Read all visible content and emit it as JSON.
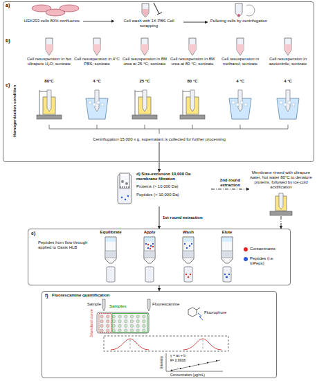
{
  "diagram": {
    "nodes": [
      {
        "text": [
          "a)",
          "b)",
          "c)"
        ]
      },
      {
        "text": [
          "HEK293 cells 80% confluence"
        ],
        "in": 0
      },
      {
        "text": [
          "Cell wash with 1X PBS Cell scrapping"
        ],
        "in": 0
      },
      {
        "text": [
          "Pelleting cells by centrifugation"
        ],
        "in": 0
      },
      {
        "text": [
          "Cell resuspension in hot ultrapure H₂O; sonicate",
          "80°C"
        ],
        "in": 0
      },
      {
        "text": [
          "Cell resuspension in 4°C PBS; sonicate",
          "4 °C"
        ],
        "in": 0
      },
      {
        "text": [
          "Cell resuspension in 8M urea at 25 °C; sonicate",
          "25 °C"
        ],
        "in": 0
      },
      {
        "text": [
          "Cell resuspension in 8M urea at 80 °C; sonicate",
          "80 °C"
        ],
        "in": 0
      },
      {
        "text": [
          "Cell resuspension in methanol; sonicate",
          "4 °C"
        ],
        "in": 0
      },
      {
        "text": [
          "Cell resuspension in acetonitrile; sonicate",
          "4 °C"
        ],
        "in": 0
      },
      {
        "text": [
          "Centrifugation 15,000 x g, supernatant is collected for further processing"
        ],
        "in": 0
      },
      {
        "text": [
          "d) Size-exclusion 10,000 Da membrane filtration",
          "Proteins (> 10,000 Da)",
          "Peptides (< 10,000 Da)"
        ]
      },
      {
        "text": [
          "Membrane rinsed with ultrapure water, hot water 80°C to denature proteins, followed by ice-cold acidification"
        ]
      },
      {
        "text": [
          "e)",
          "Peptides from flow through applied to Oasis HLB"
        ]
      },
      {
        "text": [
          "Equilibrate"
        ],
        "in": 13
      },
      {
        "text": [
          "Apply"
        ],
        "in": 13
      },
      {
        "text": [
          "Wash"
        ],
        "in": 13
      },
      {
        "text": [
          "Elute"
        ],
        "in": 13
      },
      {
        "text": [
          "f)",
          "Fluorescamine quantification"
        ]
      }
    ],
    "edges": [
      {
        "from": 1,
        "to": 2,
        "arrow": "to"
      },
      {
        "from": 2,
        "to": 3,
        "arrow": "to"
      },
      {
        "from": 10,
        "to": 11,
        "arrow": "to"
      },
      {
        "from": 11,
        "to": 12,
        "label": "2nd round extraction",
        "arrow": "to"
      },
      {
        "from": 12,
        "to": 13,
        "arrow": "to"
      },
      {
        "from": 11,
        "to": 13,
        "label": "1st round extraction",
        "arrow": "to"
      },
      {
        "from": 13,
        "to": 18,
        "arrow": "to"
      }
    ],
    "labels": [
      "Homogenization condition",
      "Sample",
      "Samples",
      "Standard curve",
      "Fluorescamine",
      "Fluorophore",
      "Intensity",
      "Concentration (µg/mL)",
      "y = ax + b",
      "R² 0.9908"
    ],
    "legend": [
      {
        "text": "Contaminants",
        "color": "#e02828"
      },
      {
        "text": "Peptides (i.e. InPeps)",
        "color": "#2a55d6"
      }
    ]
  }
}
